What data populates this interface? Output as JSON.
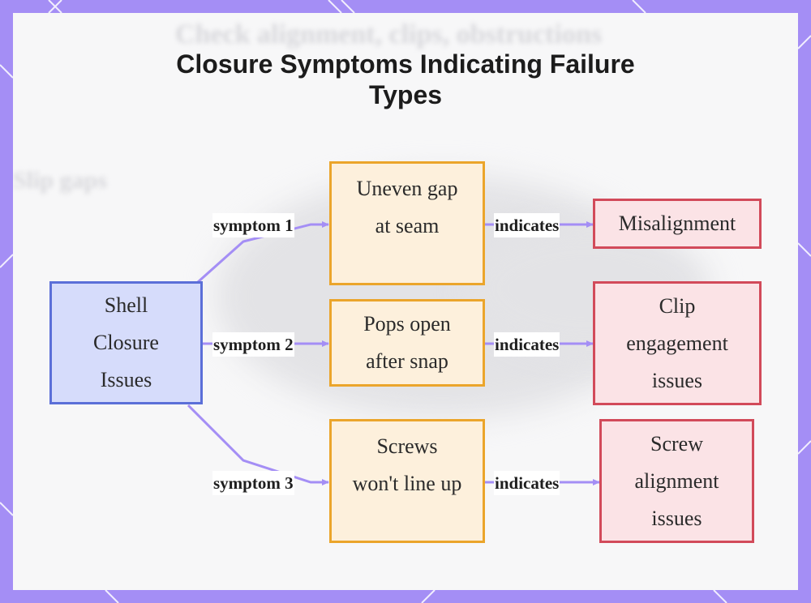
{
  "title": {
    "line1": "Closure Symptoms Indicating Failure",
    "line2": "Types"
  },
  "nodes": {
    "root": {
      "lines": [
        "Shell",
        "Closure",
        "Issues"
      ]
    },
    "symptom1": {
      "lines": [
        "Uneven gap",
        "at seam"
      ]
    },
    "symptom2": {
      "lines": [
        "Pops open",
        "after snap"
      ]
    },
    "symptom3": {
      "lines": [
        "Screws",
        "won't line up"
      ]
    },
    "failure1": {
      "lines": [
        "Misalignment"
      ]
    },
    "failure2": {
      "lines": [
        "Clip",
        "engagement",
        "issues"
      ]
    },
    "failure3": {
      "lines": [
        "Screw",
        "alignment",
        "issues"
      ]
    }
  },
  "edge_labels": {
    "symptom1": "symptom 1",
    "symptom2": "symptom 2",
    "symptom3": "symptom 3",
    "indicates1": "indicates",
    "indicates2": "indicates",
    "indicates3": "indicates"
  },
  "colors": {
    "frame": "#a48ef5",
    "edge": "#a48ef5",
    "root_fill": "#d6dcfb",
    "root_border": "#5b6fd8",
    "symptom_fill": "#fdf0dc",
    "symptom_border": "#eba52b",
    "failure_fill": "#fbe3e6",
    "failure_border": "#d24a5a"
  }
}
